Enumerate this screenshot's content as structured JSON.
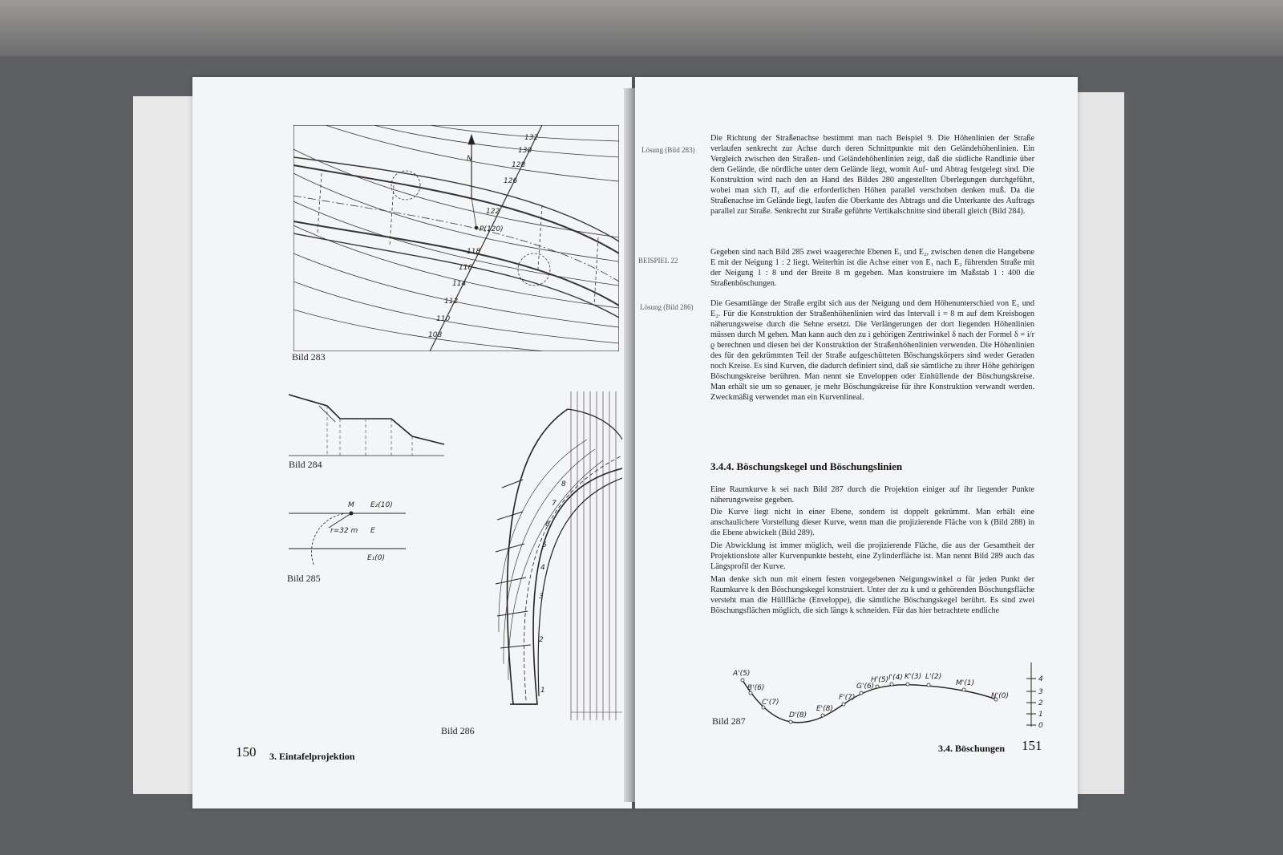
{
  "left_page": {
    "page_number": "150",
    "running_head": "3. Eintafelprojektion",
    "captions": {
      "bild283": "Bild 283",
      "bild284": "Bild 284",
      "bild285": "Bild 285",
      "bild286": "Bild 286"
    },
    "fig283_labels": {
      "north": "N",
      "point": "P(120)",
      "contours": [
        "132",
        "130",
        "128",
        "126",
        "122",
        "118",
        "116",
        "114",
        "112",
        "110",
        "108"
      ]
    },
    "fig285_labels": {
      "e2": "E₂(10)",
      "e": "E",
      "e1": "E₁(0)",
      "m": "M",
      "r": "r=32 m"
    },
    "fig286_labels": [
      "1",
      "2",
      "3",
      "4",
      "5",
      "6",
      "7",
      "8"
    ]
  },
  "right_page": {
    "page_number": "151",
    "running_head": "3.4. Böschungen",
    "margin_notes": {
      "loesung283": "Lösung (Bild 283)",
      "beispiel22": "BEISPIEL 22",
      "loesung286": "Lösung (Bild 286)"
    },
    "paragraphs": {
      "p1": "Die Richtung der Straßenachse bestimmt man nach Beispiel 9. Die Höhenlinien der Straße verlaufen senkrecht zur Achse durch deren Schnittpunkte mit den Geländehöhenlinien. Ein Vergleich zwischen den Straßen- und Geländehöhenlinien zeigt, daß die südliche Randlinie über dem Gelände, die nördliche unter dem Gelände liegt, womit Auf- und Abtrag festgelegt sind. Die Konstruktion wird nach den an Hand des Bildes 280 angestellten Überlegungen durchgeführt, wobei man sich Π₁ auf die erforderlichen Höhen parallel verschoben denken muß. Da die Straßenachse im Gelände liegt, laufen die Oberkante des Abtrags und die Unterkante des Auftrags parallel zur Straße. Senkrecht zur Straße geführte Vertikalschnitte sind überall gleich (Bild 284).",
      "p2": "Gegeben sind nach Bild 285 zwei waagerechte Ebenen E₁ und E₂, zwischen denen die Hangebene E mit der Neigung 1 : 2 liegt. Weiterhin ist die Achse einer von E₁ nach E₂ führenden Straße mit der Neigung 1 : 8 und der Breite 8 m gegeben. Man konstruiere im Maßstab 1 : 400 die Straßenböschungen.",
      "p3": "Die Gesamtlänge der Straße ergibt sich aus der Neigung und dem Höhenunterschied von E₁ und E₂. Für die Konstruktion der Straßenhöhenlinien wird das Intervall i = 8 m auf dem Kreisbogen näherungsweise durch die Sehne ersetzt. Die Verlängerungen der dort liegenden Höhenlinien müssen durch M gehen. Man kann auch den zu i gehörigen Zentriwinkel δ nach der Formel δ = i/r ϱ berechnen und diesen bei der Konstruktion der Straßenhöhenlinien verwenden. Die Höhenlinien des für den gekrümmten Teil der Straße aufgeschütteten Böschungskörpers sind weder Geraden noch Kreise. Es sind Kurven, die dadurch definiert sind, daß sie sämtliche zu ihrer Höhe gehörigen Böschungskreise berühren. Man nennt sie Enveloppen oder Einhüllende der Böschungskreise. Man erhält sie um so genauer, je mehr Böschungskreise für ihre Konstruktion verwandt werden. Zweckmäßig verwendet man ein Kurvenlineal.",
      "heading": "3.4.4. Böschungskegel und Böschungslinien",
      "p4": "Eine Raumkurve k sei nach Bild 287 durch die Projektion einiger auf ihr liegender Punkte näherungsweise gegeben.",
      "p5": "Die Kurve liegt nicht in einer Ebene, sondern ist doppelt gekrümmt. Man erhält eine anschaulichere Vorstellung dieser Kurve, wenn man die projizierende Fläche von k (Bild 288) in die Ebene abwickelt (Bild 289).",
      "p6": "Die Abwicklung ist immer möglich, weil die projizierende Fläche, die aus der Gesamtheit der Projektionslote aller Kurvenpunkte besteht, eine Zylinderfläche ist. Man nennt Bild 289 auch das Längsprofil der Kurve.",
      "p7": "Man denke sich nun mit einem festen vorgegebenen Neigungswinkel α für jeden Punkt der Raumkurve k den Böschungskegel konstruiert. Unter der zu k und α gehörenden Böschungsfläche versteht man die Hüllfläche (Enveloppe), die sämtliche Böschungskegel berührt. Es sind zwei Böschungsflächen möglich, die sich längs k schneiden. Für das hier betrachtete endliche"
    },
    "caption287": "Bild 287",
    "fig287_points": [
      "A'(5)",
      "B'(6)",
      "C'(7)",
      "D'(8)",
      "E'(8)",
      "F'(7)",
      "G'(6)",
      "H'(5)",
      "I'(4)",
      "K'(3)",
      "L'(2)",
      "M'(1)",
      "N'(0)"
    ],
    "fig287_scale": [
      "4",
      "3",
      "2",
      "1",
      "0"
    ]
  }
}
